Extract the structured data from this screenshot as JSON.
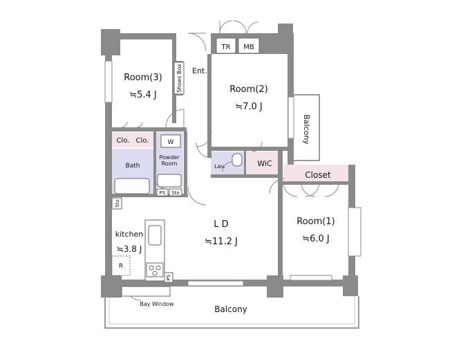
{
  "colors": {
    "wall": "#8a8a8a",
    "wall_dark": "#777777",
    "floor": "#ffffff",
    "wet_area": "#dcdcf0",
    "closet": "#f4e4ea",
    "balcony_line": "#9a9a9a",
    "text": "#111111"
  },
  "rooms": {
    "room3": {
      "name": "Room(3)",
      "size": "≒5.4 J"
    },
    "room2": {
      "name": "Room(2)",
      "size": "≒7.0 J"
    },
    "room1": {
      "name": "Room(1)",
      "size": "≒6.0 J"
    },
    "ld": {
      "name": "L D",
      "size": "≒11.2 J"
    },
    "kitchen": {
      "name": "kitchen",
      "size": "≒3.8 J"
    }
  },
  "labels": {
    "tr": "TR",
    "mb": "MB",
    "ent": "Ent.",
    "shoes_box": "Shoes Box",
    "clo1": "Clo.",
    "clo2": "Clo.",
    "washer": "W",
    "powder_room": "Powder\nRoom",
    "bath": "Bath",
    "lav": "Lav.",
    "wic": "WiC",
    "closet": "Closet",
    "ps1": "PS",
    "sto1": "Sto",
    "sto2": "Sto",
    "ps2": "PS",
    "fridge": "R",
    "balcony_side": "Balcony",
    "balcony_bottom": "Balcony",
    "bay_window": "Bay Window"
  }
}
